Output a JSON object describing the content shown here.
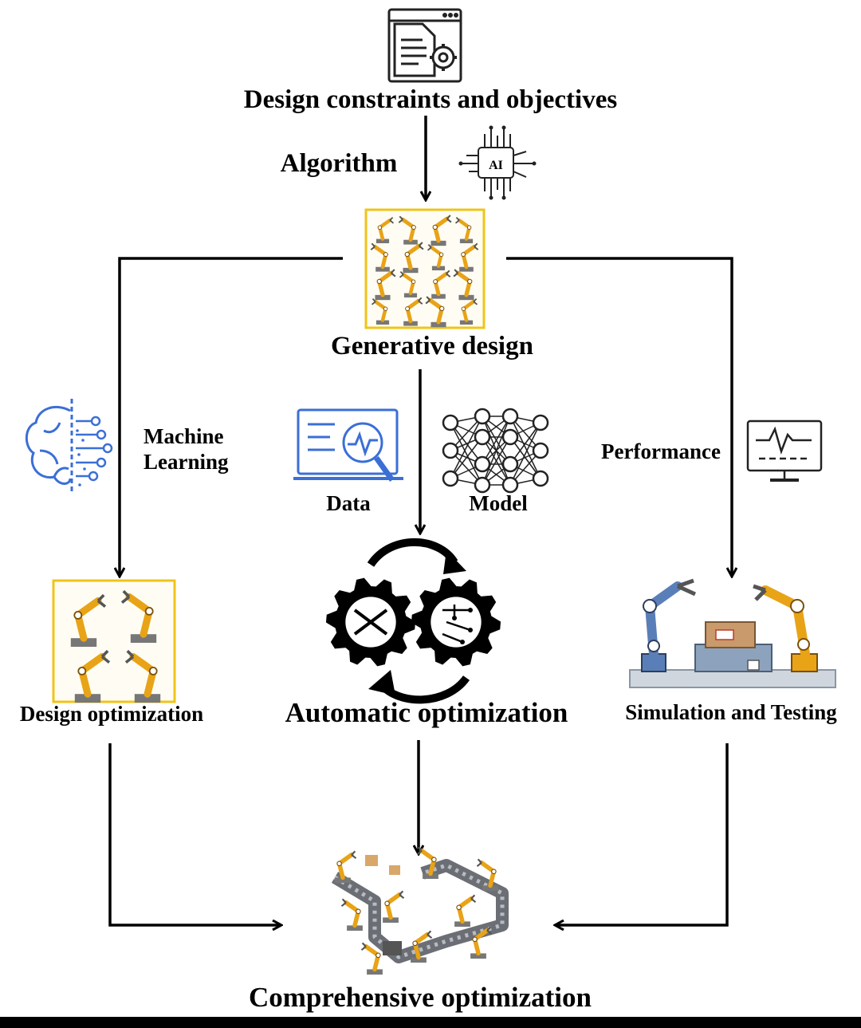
{
  "nodes": {
    "constraints": "Design constraints and objectives",
    "generative": "Generative design",
    "design_opt": "Design optimization",
    "auto_opt": "Automatic optimization",
    "sim_test": "Simulation and Testing",
    "comprehensive": "Comprehensive optimization"
  },
  "edge_labels": {
    "algorithm": "Algorithm",
    "ml_line1": "Machine",
    "ml_line2": "Learning",
    "data": "Data",
    "model": "Model",
    "performance": "Performance"
  },
  "icon_text": {
    "ai_chip": "AI"
  },
  "colors": {
    "accent_yellow": "#f0c419",
    "accent_blue": "#3b6fd6",
    "robot_orange": "#e8a317",
    "robot_blue": "#5a7fb8"
  }
}
